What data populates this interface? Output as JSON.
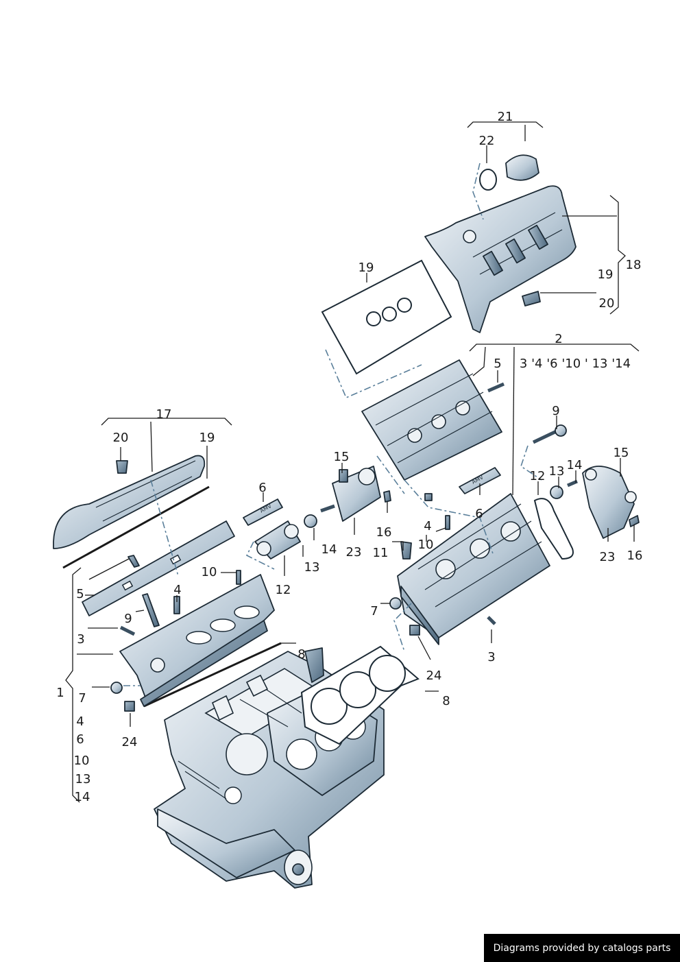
{
  "footer": {
    "text": "Diagrams provided by catalogs parts"
  },
  "labels": {
    "l1": "1",
    "l2": "2",
    "l2_sub": "3 '4 '6 '10 ' 13 '14",
    "l3_left": "3",
    "l3_right": "3",
    "l4_left": "4",
    "l4_right": "4",
    "l4_list": "4",
    "l5_left": "5",
    "l5_right": "5",
    "l6_left": "6",
    "l6_right": "6",
    "l6_list": "6",
    "l7_left": "7",
    "l7_right": "7",
    "l8_left": "8",
    "l8_right": "8",
    "l9_left": "9",
    "l9_right": "9",
    "l10_left": "10",
    "l10_right": "10",
    "l10_list": "10",
    "l11": "11",
    "l12_left": "12",
    "l12_right": "12",
    "l13_left": "13",
    "l13_right": "13",
    "l13_list": "13",
    "l14_left": "14",
    "l14_right": "14",
    "l14_list": "14",
    "l15_left": "15",
    "l15_right": "15",
    "l16_left": "16",
    "l16_right": "16",
    "l17": "17",
    "l18": "18",
    "l19_top": "19",
    "l19_left": "19",
    "l19_right": "19",
    "l20_left": "20",
    "l20_right": "20",
    "l21": "21",
    "l22": "22",
    "l23_left": "23",
    "l23_right": "23",
    "l24_left": "24",
    "l24_right": "24",
    "sticker_left": "AMV",
    "sticker_right": "AMV"
  },
  "colors": {
    "part_light": "#f2f5f8",
    "part_mid": "#b9c9d6",
    "part_dark": "#5e7a90",
    "outline": "#1c2a35",
    "dash": "#5a7f9a",
    "footer_bg": "#000000",
    "footer_fg": "#ffffff"
  }
}
